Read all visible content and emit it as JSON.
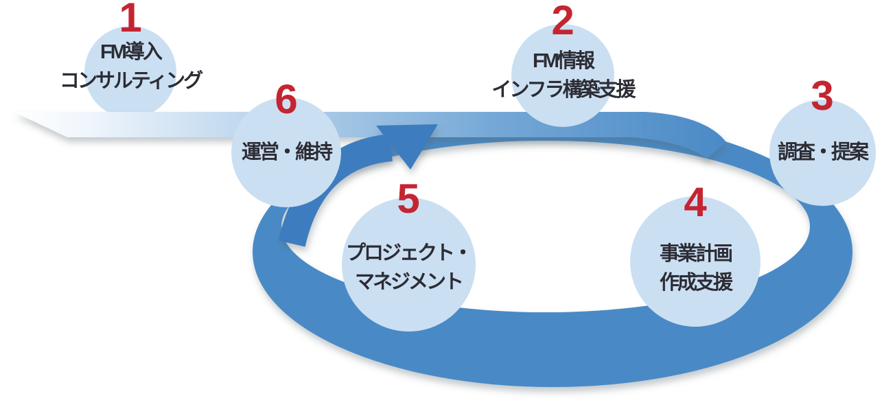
{
  "diagram": {
    "title": "FM consulting cycle",
    "cycle_direction": "clockwise",
    "steps": [
      {
        "number": "1",
        "lines": [
          "FM導入",
          "コンサルティング"
        ]
      },
      {
        "number": "2",
        "lines": [
          "FM情報",
          "インフラ構築支援"
        ]
      },
      {
        "number": "3",
        "lines": [
          "調査・提案"
        ]
      },
      {
        "number": "4",
        "lines": [
          "事業計画",
          "作成支援"
        ]
      },
      {
        "number": "5",
        "lines": [
          "プロジェクト・",
          "マネジメント"
        ]
      },
      {
        "number": "6",
        "lines": [
          "運営・維持"
        ]
      }
    ],
    "colors": {
      "ring_blue": "#4a8ac6",
      "arrow_blue": "#3d7cbe",
      "circle_fill": "#cbdff2",
      "number_red": "#c42531",
      "label_text": "#2c2c34"
    }
  }
}
